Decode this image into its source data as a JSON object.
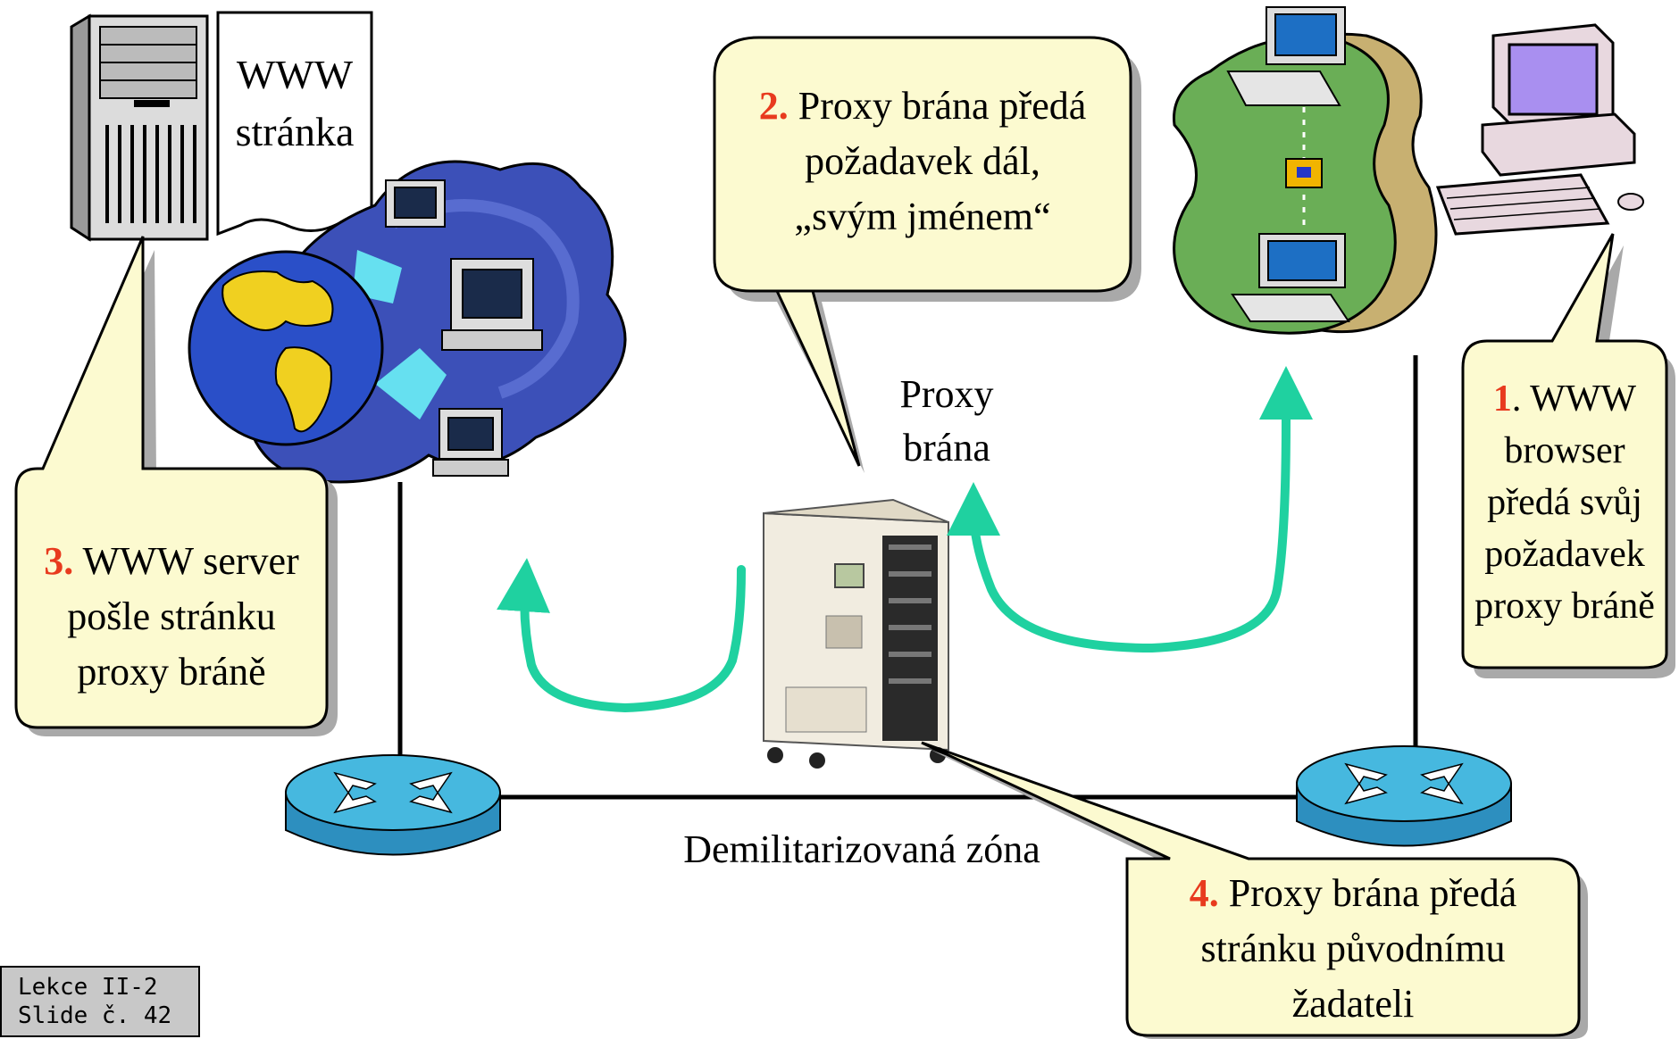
{
  "colors": {
    "callout_fill": "#fcfad0",
    "callout_shadow": "#a9a9a9",
    "arrow": "#1fd1a0",
    "router_top": "#46b8df",
    "router_side": "#2d8fbf",
    "number_red": "#e83a1e"
  },
  "server": {
    "page_label_line1": "WWW",
    "page_label_line2": "stránka"
  },
  "proxy": {
    "label_line1": "Proxy",
    "label_line2": "brána"
  },
  "dmz_label": "Demilitarizovaná zóna",
  "callouts": {
    "step1": {
      "number": "1",
      "lines": [
        ". WWW",
        "browser",
        "předá svůj",
        "požadavek",
        "proxy bráně"
      ]
    },
    "step2": {
      "number": "2.",
      "lines": [
        " Proxy brána předá",
        "požadavek dál,",
        "„svým jménem“"
      ]
    },
    "step3": {
      "number": "3.",
      "lines": [
        " WWW server",
        "pošle stránku",
        "proxy bráně"
      ]
    },
    "step4": {
      "number": "4.",
      "lines": [
        " Proxy brána předá",
        "stránku původnímu",
        "žadateli"
      ]
    }
  },
  "slide_tag": {
    "line1": "Lekce II-2",
    "line2": "Slide č. 42"
  },
  "icons": [
    "server-tower-icon",
    "web-page-icon",
    "internet-globe-icon",
    "proxy-server-icon",
    "router-icon",
    "lan-icon",
    "desktop-computer-icon"
  ]
}
